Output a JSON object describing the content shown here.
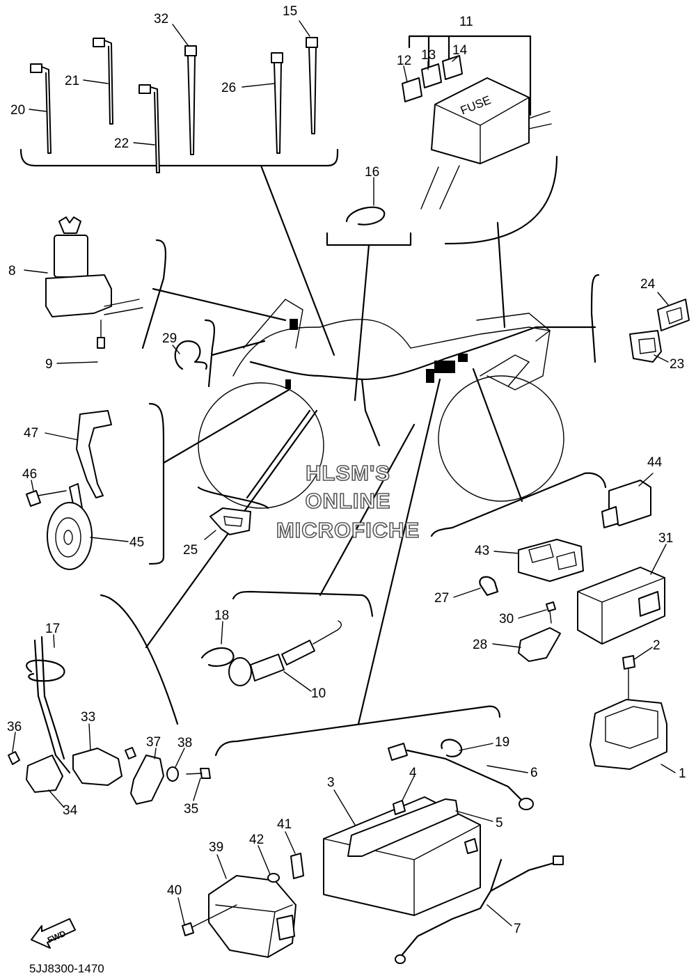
{
  "diagram": {
    "drawing_code": "5JJ8300-1470",
    "watermark": [
      "HLSM'S",
      "ONLINE",
      "MICROFICHE"
    ],
    "fuse_box_label": "FUSE",
    "direction_label": "FWD",
    "callouts": {
      "n1": "1",
      "n2": "2",
      "n3": "3",
      "n4": "4",
      "n5": "5",
      "n6": "6",
      "n7": "7",
      "n8": "8",
      "n9": "9",
      "n10": "10",
      "n11": "11",
      "n12": "12",
      "n13": "13",
      "n14": "14",
      "n15": "15",
      "n16": "16",
      "n17": "17",
      "n18": "18",
      "n19": "19",
      "n20": "20",
      "n21": "21",
      "n22": "22",
      "n23": "23",
      "n24": "24",
      "n25": "25",
      "n26": "26",
      "n27": "27",
      "n28": "28",
      "n29": "29",
      "n30": "30",
      "n31": "31",
      "n32": "32",
      "n33": "33",
      "n34": "34",
      "n35": "35",
      "n36": "36",
      "n37": "37",
      "n38": "38",
      "n39": "39",
      "n40": "40",
      "n41": "41",
      "n42": "42",
      "n43": "43",
      "n44": "44",
      "n45": "45",
      "n46": "46",
      "n47": "47"
    }
  }
}
